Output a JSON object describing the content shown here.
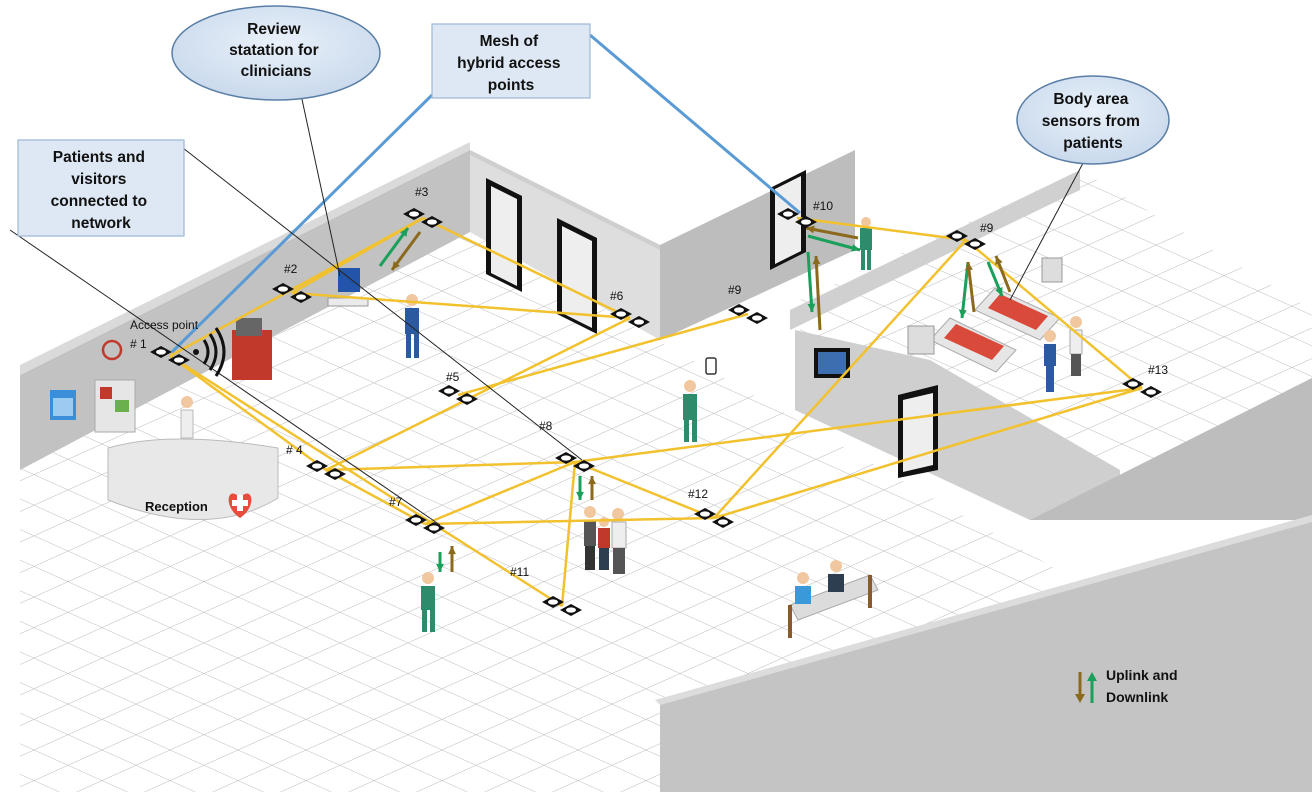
{
  "callouts": {
    "review_station": [
      "Review",
      "statation for",
      "clinicians"
    ],
    "mesh": [
      "Mesh of",
      "hybrid access",
      "points"
    ],
    "patients": [
      "Patients and",
      "visitors",
      "connected to",
      "network"
    ],
    "body_area": [
      "Body area",
      "sensors from",
      "patients"
    ]
  },
  "access_points": [
    {
      "id": "ap1",
      "label": "# 1"
    },
    {
      "id": "ap2",
      "label": "#2"
    },
    {
      "id": "ap3",
      "label": "#3"
    },
    {
      "id": "ap4",
      "label": "# 4"
    },
    {
      "id": "ap5",
      "label": "#5"
    },
    {
      "id": "ap6",
      "label": "#6"
    },
    {
      "id": "ap7",
      "label": "#7"
    },
    {
      "id": "ap8",
      "label": "#8"
    },
    {
      "id": "ap9a",
      "label": "#9"
    },
    {
      "id": "ap9b",
      "label": "#9"
    },
    {
      "id": "ap10",
      "label": "#10"
    },
    {
      "id": "ap11",
      "label": "#11"
    },
    {
      "id": "ap12",
      "label": "#12"
    },
    {
      "id": "ap13",
      "label": "#13"
    }
  ],
  "access_point_caption": "Access point",
  "reception_label": "Reception",
  "legend": [
    "Uplink and",
    "Downlink"
  ],
  "colors": {
    "mesh_link": "#f2c12e",
    "uplink": "#1aa05a",
    "downlink": "#8b6a1e",
    "callout_line": "#5b9bd5",
    "wall_gray": "#c8c8c8"
  }
}
